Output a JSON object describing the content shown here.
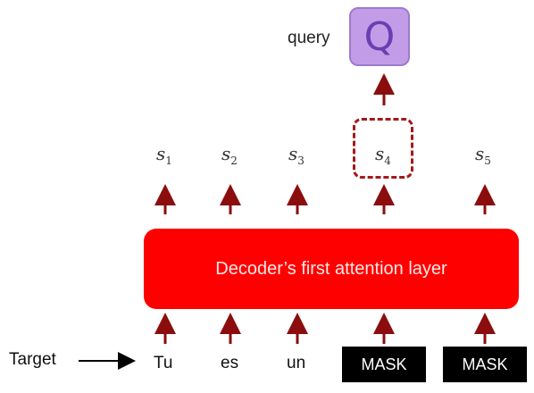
{
  "query": {
    "label": "query",
    "symbol": "Q"
  },
  "outputs": [
    {
      "base": "s",
      "sub": "1"
    },
    {
      "base": "s",
      "sub": "2"
    },
    {
      "base": "s",
      "sub": "3"
    },
    {
      "base": "s",
      "sub": "4"
    },
    {
      "base": "s",
      "sub": "5"
    }
  ],
  "decoder": {
    "label": "Decoder’s first attention layer"
  },
  "target": {
    "label": "Target"
  },
  "tokens": [
    "Tu",
    "es",
    "un",
    "MASK",
    "MASK"
  ],
  "colors": {
    "decoder": "#ff0000",
    "arrow": "#8b0d0d",
    "query_box": "#c39ce8",
    "mask": "#000000"
  }
}
